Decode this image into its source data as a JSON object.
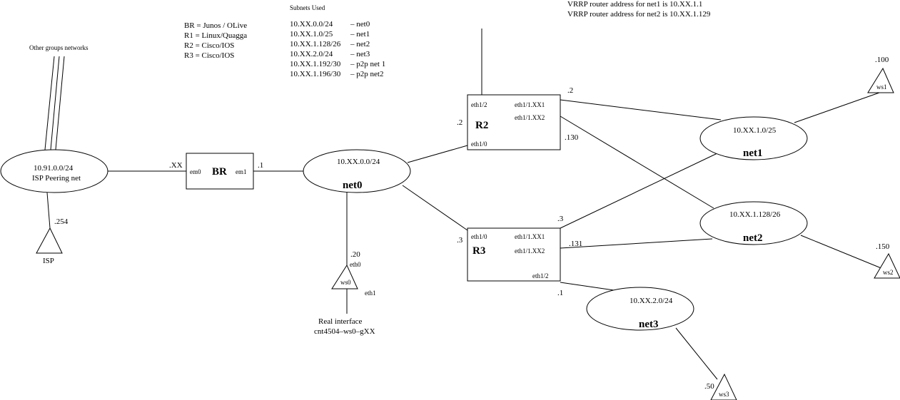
{
  "legend": {
    "devices": [
      "BR = Junos / OLive",
      "R1 = Linux/Quagga",
      "R2 = Cisco/IOS",
      "R3 = Cisco/IOS"
    ]
  },
  "subnets": {
    "title": "Subnets Used",
    "rows": [
      {
        "prefix": "10.XX.0.0/24",
        "name": "– net0"
      },
      {
        "prefix": "10.XX.1.0/25",
        "name": "– net1"
      },
      {
        "prefix": "10.XX.1.128/26",
        "name": "– net2"
      },
      {
        "prefix": "10.XX.2.0/24",
        "name": "– net3"
      },
      {
        "prefix": "10.XX.1.192/30",
        "name": "– p2p net 1"
      },
      {
        "prefix": "10.XX.1.196/30",
        "name": "– p2p net2"
      }
    ]
  },
  "vrrp": [
    "VRRP router address for net1 is 10.XX.1.1",
    "VRRP router address for net2 is 10.XX.1.129"
  ],
  "other_networks_label": "Other groups networks",
  "isp_net": {
    "subnet": "10.91.0.0/24",
    "name": "ISP Peering net"
  },
  "isp": {
    "label": "ISP",
    "addr": ".254"
  },
  "br": {
    "name": "BR",
    "if_left": "em0",
    "if_right": "em1",
    "addr_left": ".XX",
    "addr_right": ".1"
  },
  "net0": {
    "subnet": "10.XX.0.0/24",
    "name": "net0"
  },
  "net1": {
    "subnet": "10.XX.1.0/25",
    "name": "net1"
  },
  "net2": {
    "subnet": "10.XX.1.128/26",
    "name": "net2"
  },
  "net3": {
    "subnet": "10.XX.2.0/24",
    "name": "net3"
  },
  "ws0": {
    "name": "ws0",
    "addr": ".20",
    "if0": "eth0",
    "if1": "eth1",
    "real_if_label": "Real interface",
    "real_if_name": "cnt4504–ws0–gXX"
  },
  "ws1": {
    "name": "ws1",
    "addr": ".100"
  },
  "ws2": {
    "name": "ws2",
    "addr": ".150"
  },
  "ws3": {
    "name": "ws3",
    "addr": ".50"
  },
  "r2": {
    "name": "R2",
    "if_top": "eth1/2",
    "if_sub1": "eth1/1.XX1",
    "if_sub2": "eth1/1.XX2",
    "if_bottom": "eth1/0",
    "addr_net0": ".2",
    "addr_net1": ".2",
    "addr_net2": ".130"
  },
  "r3": {
    "name": "R3",
    "if_top": "eth1/0",
    "if_sub1": "eth1/1.XX1",
    "if_sub2": "eth1/1.XX2",
    "if_bottom": "eth1/2",
    "addr_net0": ".3",
    "addr_net1": ".3",
    "addr_net2": ".131",
    "addr_net3": ".1"
  }
}
